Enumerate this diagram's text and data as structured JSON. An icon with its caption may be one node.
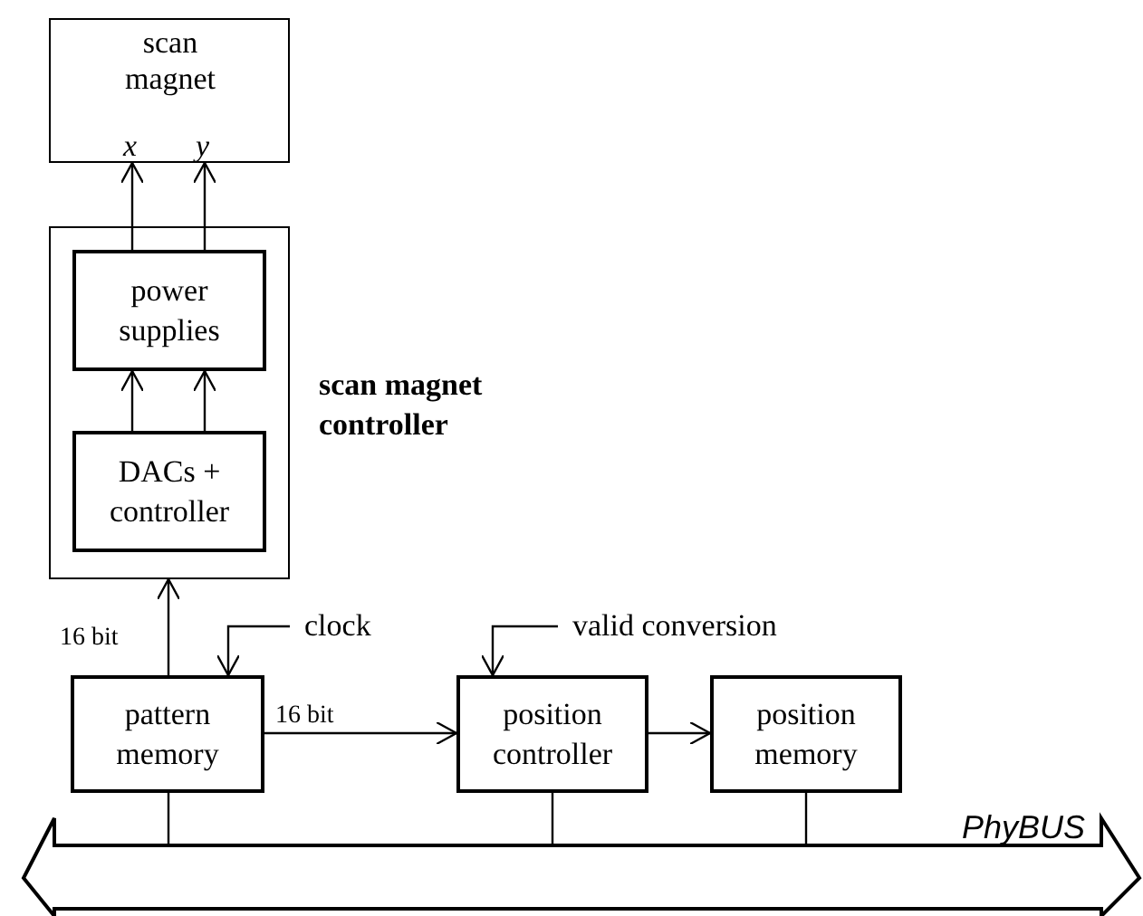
{
  "diagram": {
    "nodes": [
      {
        "text": [
          "scan magnet",
          "x",
          "y"
        ]
      },
      {
        "text": [
          "scan magnet controller"
        ]
      },
      {
        "text": [
          "power supplies"
        ],
        "in": 1
      },
      {
        "text": [
          "DACs + controller"
        ],
        "in": 1
      },
      {
        "text": [
          "pattern memory"
        ]
      },
      {
        "text": [
          "position controller"
        ]
      },
      {
        "text": [
          "position memory"
        ]
      },
      {
        "text": [
          "clock"
        ]
      },
      {
        "text": [
          "valid conversion"
        ]
      },
      {
        "text": [
          "PhyBUS"
        ]
      }
    ],
    "edges": [
      {
        "from": 2,
        "to": 0,
        "arrow": "to"
      },
      {
        "from": 2,
        "to": 0,
        "arrow": "to"
      },
      {
        "from": 3,
        "to": 2,
        "arrow": "to"
      },
      {
        "from": 3,
        "to": 2,
        "arrow": "to"
      },
      {
        "from": 4,
        "to": 1,
        "arrow": "to",
        "label": "16 bit"
      },
      {
        "from": 7,
        "to": 4,
        "arrow": "to"
      },
      {
        "from": 4,
        "to": 5,
        "arrow": "to",
        "label": "16 bit"
      },
      {
        "from": 8,
        "to": 5,
        "arrow": "to"
      },
      {
        "from": 5,
        "to": 6,
        "arrow": "to"
      },
      {
        "from": 4,
        "to": 9,
        "arrow": "none"
      },
      {
        "from": 5,
        "to": 9,
        "arrow": "none"
      },
      {
        "from": 6,
        "to": 9,
        "arrow": "none"
      }
    ]
  }
}
